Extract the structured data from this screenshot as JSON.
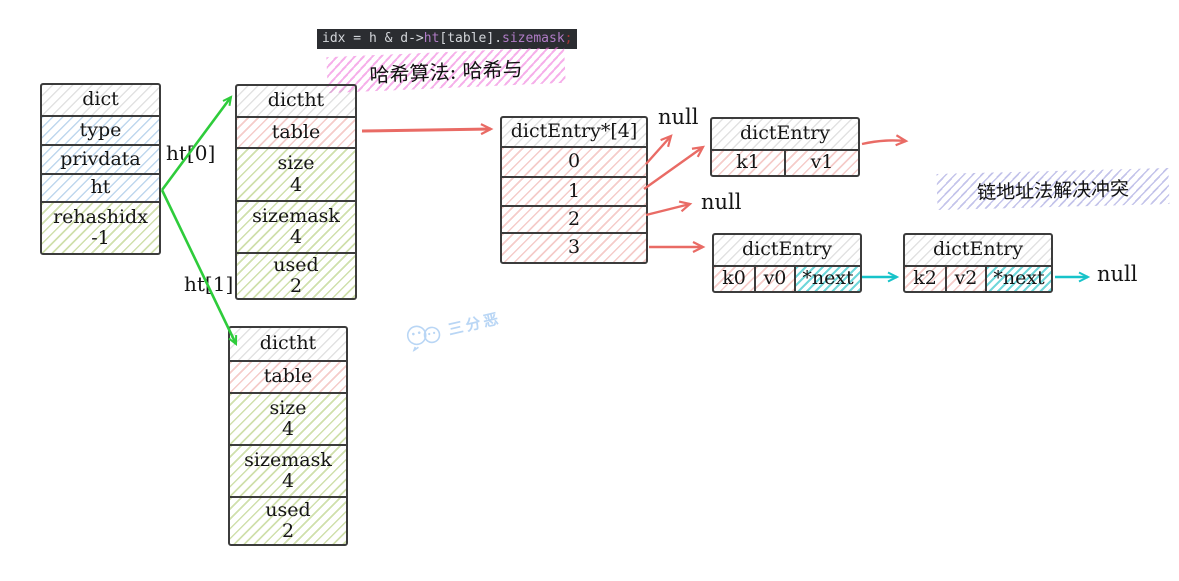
{
  "code_snippet": {
    "part1": "idx = h & d->",
    "part2": "ht",
    "part3": "[table].",
    "part4": "sizemask",
    "part5": ";"
  },
  "notes": {
    "hash_algorithm": "哈希算法: 哈希与",
    "chain_resolution": "链地址法解决冲突"
  },
  "pointer_labels": {
    "ht0": "ht[0]",
    "ht1": "ht[1]"
  },
  "null_labels": {
    "slot0": "null",
    "slot2": "null",
    "chain_end": "null"
  },
  "dict_box": {
    "title": "dict",
    "field_type": "type",
    "field_privdata": "privdata",
    "field_ht": "ht",
    "field_rehashidx_label": "rehashidx",
    "field_rehashidx_value": "-1"
  },
  "dictht_ht0": {
    "title": "dictht",
    "table": "table",
    "size_label": "size",
    "size_value": "4",
    "sizemask_label": "sizemask",
    "sizemask_value": "4",
    "used_label": "used",
    "used_value": "2"
  },
  "dictht_ht1": {
    "title": "dictht",
    "table": "table",
    "size_label": "size",
    "size_value": "4",
    "sizemask_label": "sizemask",
    "sizemask_value": "4",
    "used_label": "used",
    "used_value": "2"
  },
  "bucket_array": {
    "title": "dictEntry*[4]",
    "slots": [
      "0",
      "1",
      "2",
      "3"
    ]
  },
  "entry_k1": {
    "title": "dictEntry",
    "key": "k1",
    "value": "v1"
  },
  "entry_k0": {
    "title": "dictEntry",
    "key": "k0",
    "value": "v0",
    "next": "*next"
  },
  "entry_k2": {
    "title": "dictEntry",
    "key": "k2",
    "value": "v2",
    "next": "*next"
  },
  "watermark": {
    "text": "三分恶"
  },
  "colors": {
    "arrow_green": "#2ecc3b",
    "arrow_red": "#e96b65",
    "arrow_cyan": "#17c3c9",
    "hatch_blue": "#7fb0dd",
    "hatch_green": "#a9c768",
    "hatch_pink": "#eb9a94",
    "hatch_cyan": "#25c2c7",
    "hatch_magenta": "#ef6fd8",
    "hatch_lavender": "#8a8ad6",
    "code_background": "#2b2d31",
    "code_text": "#d3d6da",
    "code_keyword": "#b07cc6",
    "code_semicolon": "#a03535",
    "watermark_blue": "#b9d6f5"
  }
}
